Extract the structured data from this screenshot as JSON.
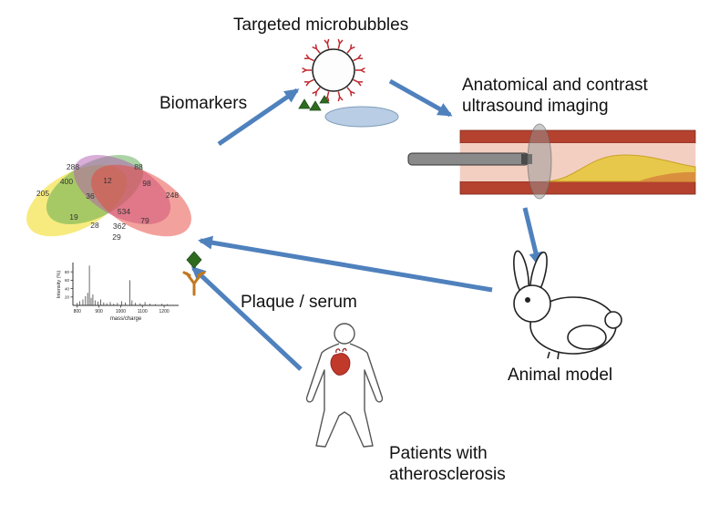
{
  "diagram": {
    "title": "Targeted microbubbles",
    "biomarkers_label": "Biomarkers",
    "imaging_label_line1": "Anatomical and contrast",
    "imaging_label_line2": "ultrasound imaging",
    "animal_model_label": "Animal model",
    "plaque_serum_label": "Plaque / serum",
    "patients_label_line1": "Patients with",
    "patients_label_line2": "atherosclerosis"
  },
  "venn": {
    "counts": [
      "288",
      "88",
      "400",
      "12",
      "98",
      "205",
      "36",
      "248",
      "19",
      "534",
      "79",
      "28",
      "362",
      "29"
    ]
  },
  "spectrum": {
    "ylabel": "Intensity (%)",
    "xlabel": "mass/charge",
    "xticks": [
      800,
      900,
      1000,
      1100,
      1200
    ],
    "yticks": [
      20,
      40,
      60,
      80
    ],
    "peaks": [
      {
        "x": 800,
        "h": 6
      },
      {
        "x": 812,
        "h": 10
      },
      {
        "x": 826,
        "h": 14
      },
      {
        "x": 838,
        "h": 22
      },
      {
        "x": 848,
        "h": 30
      },
      {
        "x": 856,
        "h": 95
      },
      {
        "x": 864,
        "h": 18
      },
      {
        "x": 872,
        "h": 26
      },
      {
        "x": 882,
        "h": 12
      },
      {
        "x": 895,
        "h": 9
      },
      {
        "x": 908,
        "h": 14
      },
      {
        "x": 922,
        "h": 7
      },
      {
        "x": 936,
        "h": 5
      },
      {
        "x": 952,
        "h": 8
      },
      {
        "x": 968,
        "h": 4
      },
      {
        "x": 985,
        "h": 6
      },
      {
        "x": 1005,
        "h": 10
      },
      {
        "x": 1022,
        "h": 7
      },
      {
        "x": 1042,
        "h": 60
      },
      {
        "x": 1052,
        "h": 12
      },
      {
        "x": 1068,
        "h": 6
      },
      {
        "x": 1090,
        "h": 5
      },
      {
        "x": 1112,
        "h": 8
      },
      {
        "x": 1135,
        "h": 4
      },
      {
        "x": 1160,
        "h": 3
      },
      {
        "x": 1190,
        "h": 4
      },
      {
        "x": 1215,
        "h": 3
      }
    ]
  },
  "colors": {
    "arrow": "#4f81bd",
    "ligand_red": "#c1272d",
    "biomarker_green": "#2e6b1e",
    "antibody_orange": "#c07820",
    "venn_yellow": "#f0d800",
    "venn_green": "#58a84b",
    "venn_purple": "#b15bb1",
    "venn_red": "#e8443a",
    "vessel_wall": "#b5412f",
    "plaque_yellow": "#e8c84a"
  }
}
